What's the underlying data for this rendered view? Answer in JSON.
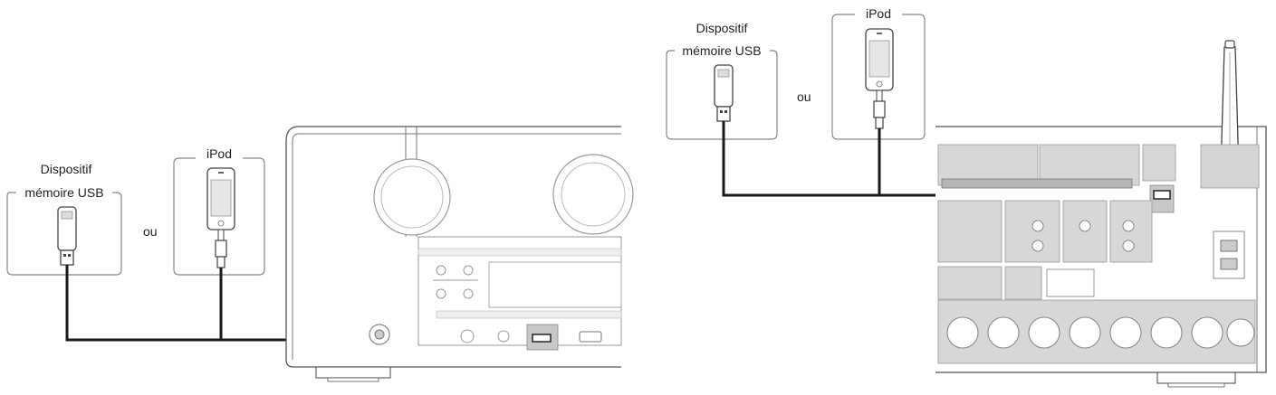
{
  "left_diagram": {
    "usb_label_line1": "Dispositif",
    "usb_label_line2": "mémoire USB",
    "ipod_label": "iPod",
    "or_label": "ou"
  },
  "right_diagram": {
    "usb_label_line1": "Dispositif",
    "usb_label_line2": "mémoire USB",
    "ipod_label": "iPod",
    "or_label": "ou"
  },
  "colors": {
    "cable": "#1a1a1a",
    "frame": "#888888",
    "panel": "#d7d7d7"
  }
}
